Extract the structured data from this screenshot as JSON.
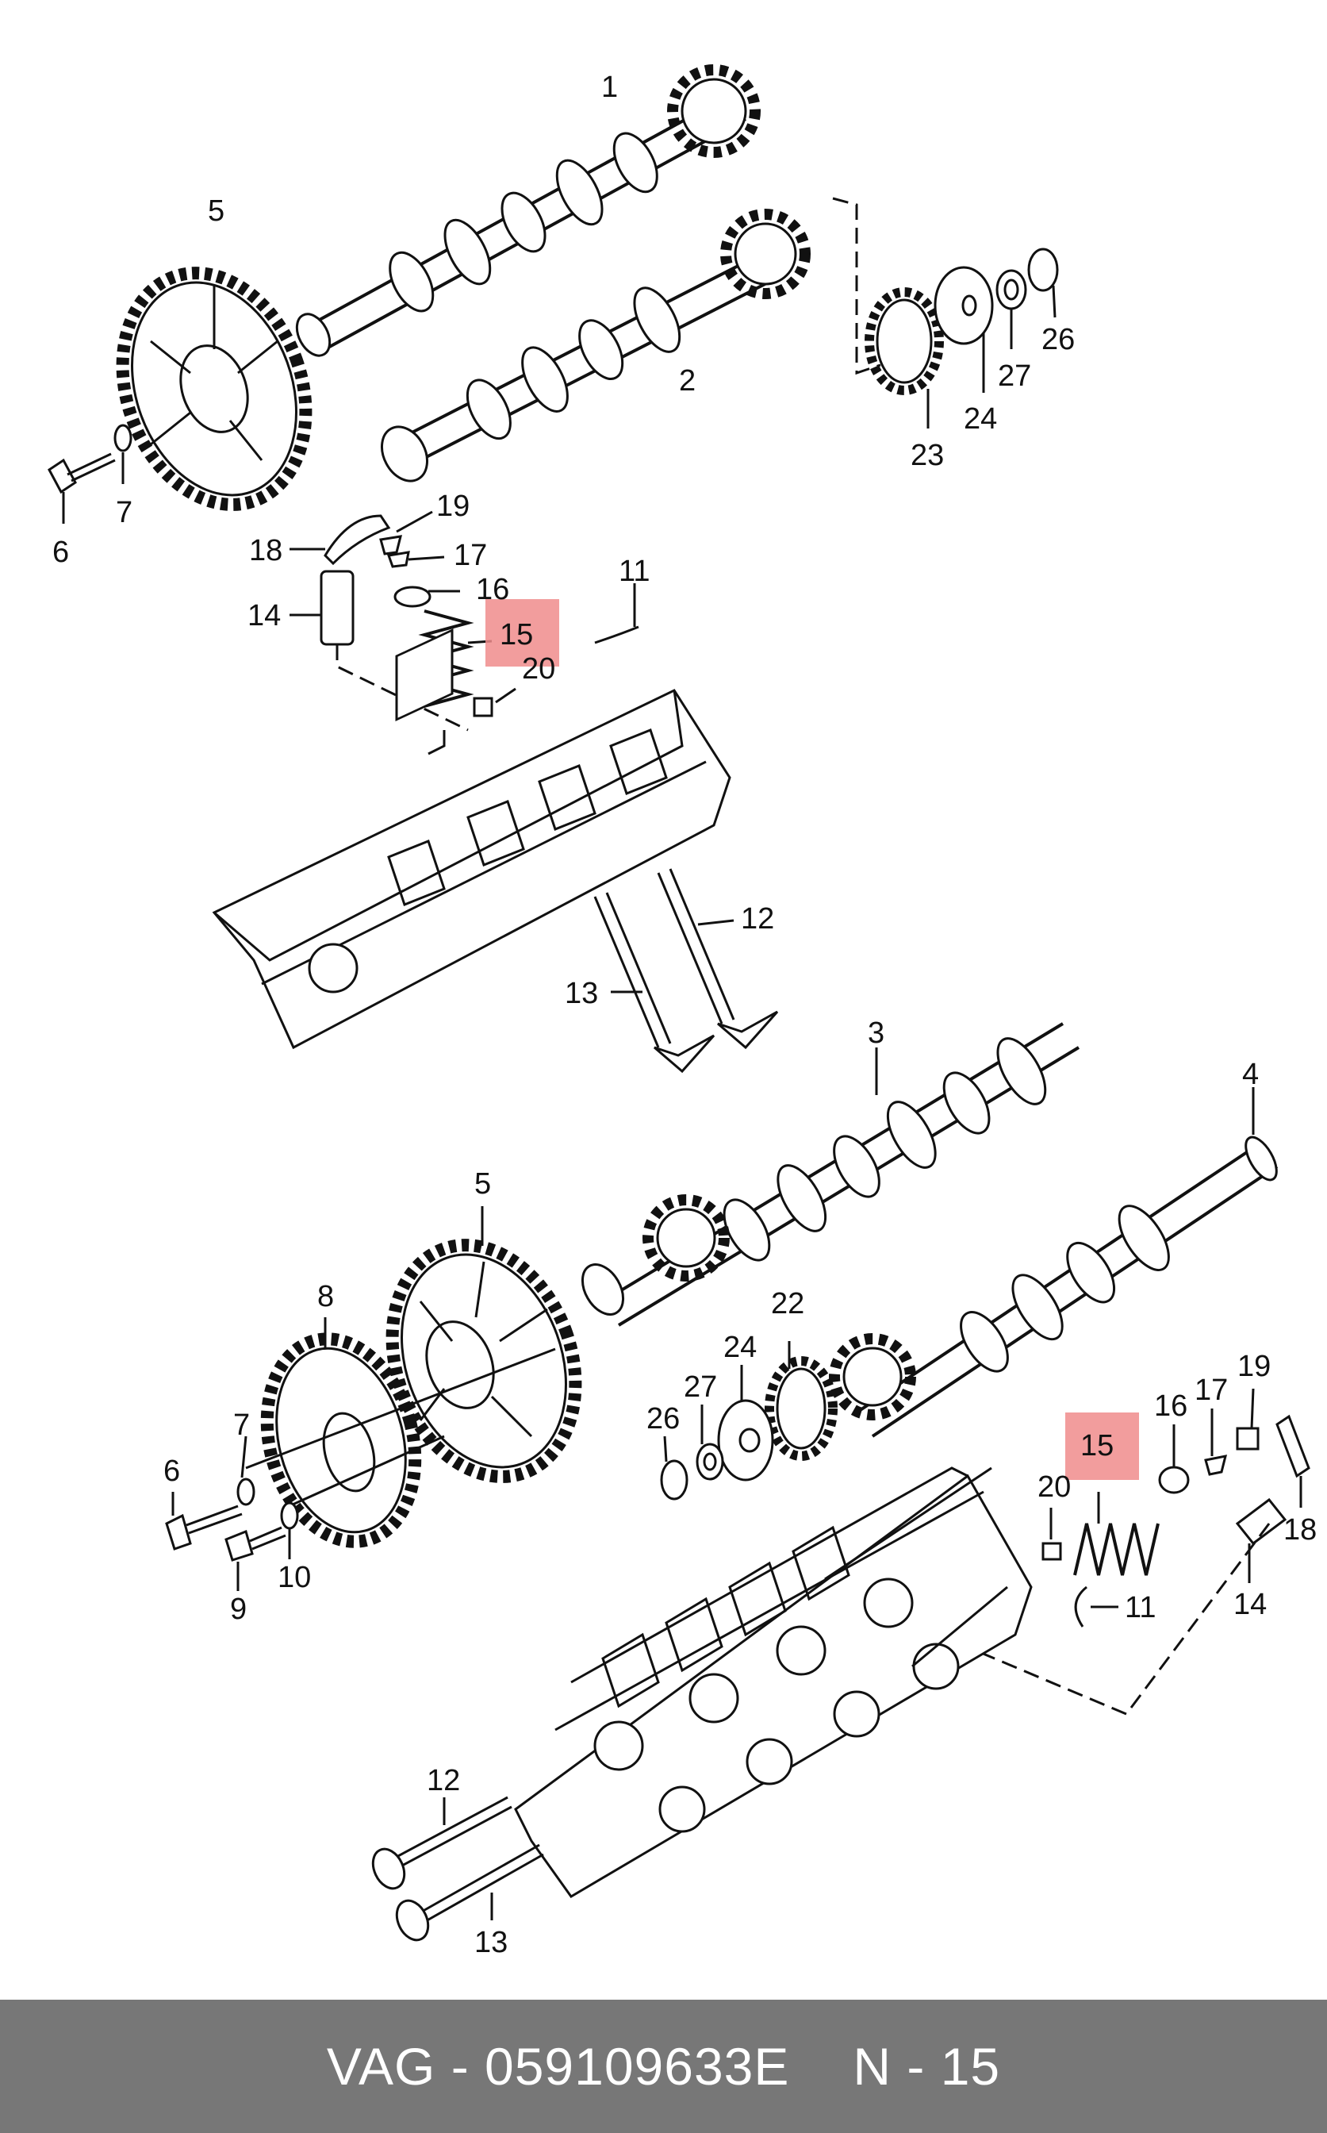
{
  "diagram": {
    "highlight_color": "#f08c8c",
    "labels_upper": [
      "1",
      "2",
      "5",
      "6",
      "7",
      "23",
      "24",
      "27",
      "26",
      "19",
      "18",
      "17",
      "16",
      "14",
      "15",
      "20",
      "11",
      "12",
      "13"
    ],
    "labels_lower": [
      "3",
      "4",
      "5",
      "8",
      "7",
      "6",
      "9",
      "10",
      "22",
      "24",
      "27",
      "26",
      "15",
      "16",
      "17",
      "19",
      "20",
      "18",
      "14",
      "11",
      "12",
      "13"
    ]
  },
  "footer": {
    "part_code": "VAG - 059109633E",
    "position": "N - 15"
  }
}
